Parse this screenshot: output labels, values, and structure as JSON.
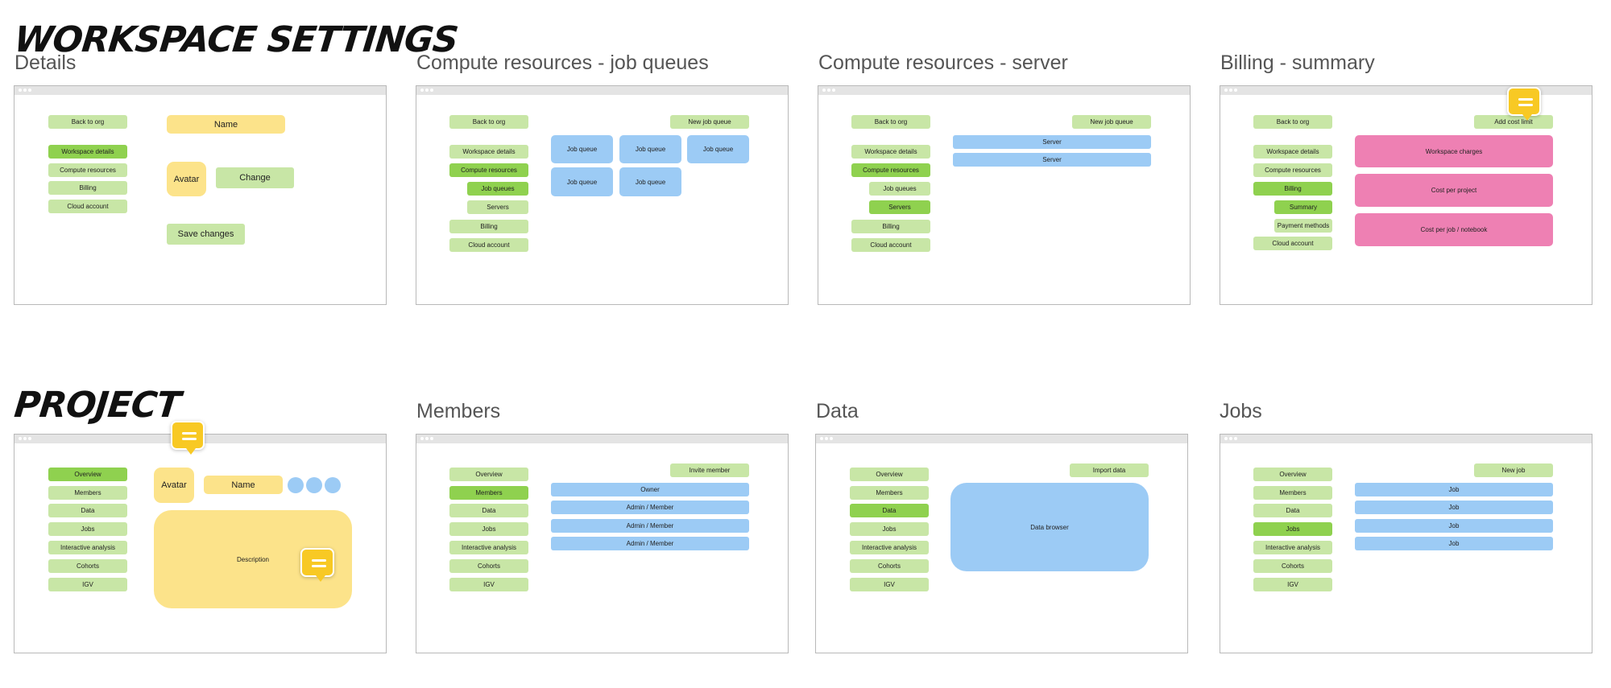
{
  "sections": {
    "workspace_settings": "Workspace settings",
    "project": "Project"
  },
  "frames": {
    "details": {
      "title": "Details",
      "nav": [
        "Back to org",
        "Workspace details",
        "Compute resources",
        "Billing",
        "Cloud account"
      ],
      "name": "Name",
      "avatar": "Avatar",
      "change": "Change",
      "save": "Save changes"
    },
    "job_queues": {
      "title": "Compute resources - job queues",
      "nav": [
        "Back to org",
        "Workspace details",
        "Compute resources",
        "Job queues",
        "Servers",
        "Billing",
        "Cloud account"
      ],
      "new_btn": "New job queue",
      "cards": [
        "Job queue",
        "Job queue",
        "Job queue",
        "Job queue",
        "Job queue"
      ]
    },
    "server": {
      "title": "Compute resources - server",
      "nav": [
        "Back to org",
        "Workspace details",
        "Compute resources",
        "Job queues",
        "Servers",
        "Billing",
        "Cloud account"
      ],
      "new_btn": "New job queue",
      "rows": [
        "Server",
        "Server"
      ]
    },
    "billing": {
      "title": "Billing - summary",
      "nav": [
        "Back to org",
        "Workspace details",
        "Compute resources",
        "Billing",
        "Summary",
        "Payment methods",
        "Cloud account"
      ],
      "add_btn": "Add cost limit",
      "cards": [
        "Workspace charges",
        "Cost per project",
        "Cost per job / notebook"
      ]
    },
    "overview": {
      "nav": [
        "Overview",
        "Members",
        "Data",
        "Jobs",
        "Interactive analysis",
        "Cohorts",
        "IGV"
      ],
      "avatar": "Avatar",
      "name": "Name",
      "description": "Description"
    },
    "members": {
      "title": "Members",
      "nav": [
        "Overview",
        "Members",
        "Data",
        "Jobs",
        "Interactive analysis",
        "Cohorts",
        "IGV"
      ],
      "invite_btn": "Invite member",
      "rows": [
        "Owner",
        "Admin / Member",
        "Admin / Member",
        "Admin / Member"
      ]
    },
    "data": {
      "title": "Data",
      "nav": [
        "Overview",
        "Members",
        "Data",
        "Jobs",
        "Interactive analysis",
        "Cohorts",
        "IGV"
      ],
      "import_btn": "Import data",
      "browser": "Data browser"
    },
    "jobs": {
      "title": "Jobs",
      "nav": [
        "Overview",
        "Members",
        "Data",
        "Jobs",
        "Interactive analysis",
        "Cohorts",
        "IGV"
      ],
      "new_btn": "New job",
      "rows": [
        "Job",
        "Job",
        "Job",
        "Job"
      ]
    }
  },
  "colors": {
    "nav_default": "#c8e6a6",
    "nav_active": "#8fd14f",
    "content_blue": "#9ccbf5",
    "content_yellow": "#fce38a",
    "content_pink": "#ee80b3",
    "comment": "#f8c924"
  }
}
